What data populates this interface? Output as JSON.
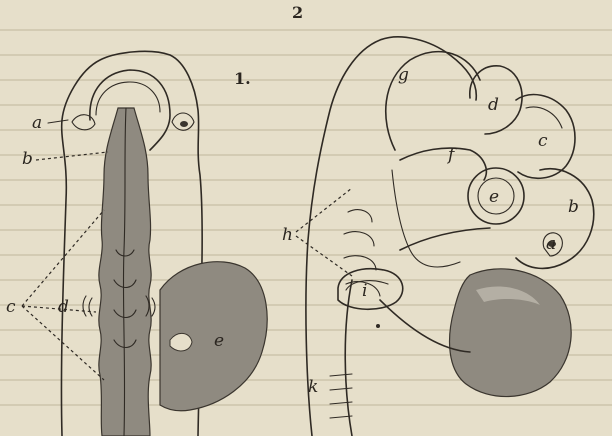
{
  "figure": {
    "page_number": "2",
    "figure_numbers": {
      "fig1": "1."
    },
    "labels": {
      "a_left": "a",
      "b_left": "b",
      "c_left": "c",
      "d_left": "d",
      "e_left": "e",
      "g_right": "g",
      "d_right": "d",
      "c_right": "c",
      "f_right": "f",
      "e_right": "e",
      "b_right": "b",
      "a_right": "a",
      "h_right": "h",
      "i_right": "i",
      "k_right": "k"
    }
  }
}
